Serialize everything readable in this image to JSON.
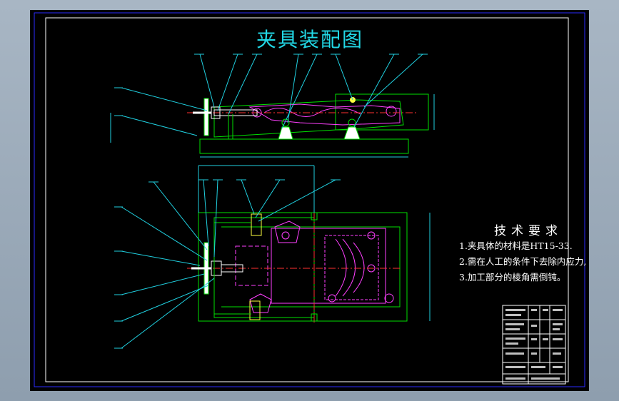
{
  "drawing": {
    "title": "夹具装配图",
    "colors": {
      "background": "#000000",
      "frame": "#2a2aff",
      "border": "#ffffff",
      "outline": "#00e000",
      "part": "#ff40ff",
      "leader": "#20d0e0",
      "center_line": "#ff3030",
      "accent": "#ffff40",
      "text": "#ffffff",
      "title_color": "#22d8e6"
    }
  },
  "tech_requirements": {
    "heading": "技术要求",
    "items": [
      "1.夹具体的材料是HT15-33.",
      "2.需在人工的条件下去除内应力,",
      "3.加工部分的棱角需倒钝。"
    ]
  }
}
